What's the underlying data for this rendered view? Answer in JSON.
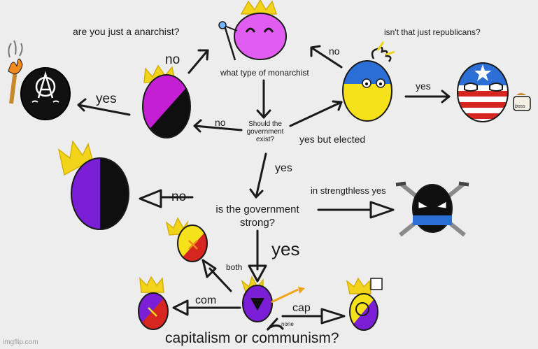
{
  "labels": {
    "anarchist_question": "are you just a anarchist?",
    "republicans_question": "isn't that just republicans?",
    "monarchist_type": "what type of monarchist",
    "no_top_left": "no",
    "no_top_right": "no",
    "yes_left": "yes",
    "yes_right": "yes",
    "no_mid": "no",
    "gov_exist": "Should the government exist?",
    "yes_but_elected": "yes but elected",
    "yes_after_exist": "yes",
    "in_strengthless": "in strengthless yes",
    "no_left_strong": "no",
    "gov_strong": "is the government strong?",
    "yes_big": "yes",
    "both": "both",
    "com": "com",
    "cap": "cap",
    "none": "none",
    "cap_or_com": "capitalism or communism?",
    "boss": "boss",
    "watermark": "imgflip.com"
  },
  "colors": {
    "purple": "#7a1fd6",
    "magenta": "#c51fd6",
    "pink": "#e15cf0",
    "black": "#0f0f0f",
    "yellow": "#f5e21a",
    "blue": "#2b6fd6",
    "red": "#d6261f",
    "orange": "#f08a1f",
    "crown": "#f2d41b",
    "gray": "#8a8a8a"
  }
}
